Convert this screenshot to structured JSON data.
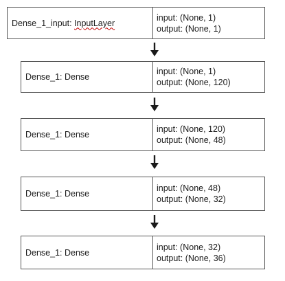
{
  "layers": [
    {
      "name_prefix": "Dense_1_input: ",
      "name_type": "InputLayer",
      "input": "input: (None, 1)",
      "output": "output: (None, 1)"
    },
    {
      "name_prefix": "Dense_1: ",
      "name_type": "Dense",
      "input": "input: (None, 1)",
      "output": "output: (None, 120)"
    },
    {
      "name_prefix": "Dense_1: ",
      "name_type": "Dense",
      "input": "input: (None, 120)",
      "output": "output: (None, 48)"
    },
    {
      "name_prefix": "Dense_1: ",
      "name_type": "Dense",
      "input": "input: (None, 48)",
      "output": "output: (None, 32)"
    },
    {
      "name_prefix": "Dense_1: ",
      "name_type": "Dense",
      "input": "input: (None, 32)",
      "output": "output: (None, 36)"
    }
  ],
  "colors": {
    "border": "#555555",
    "arrow": "#1a1a1a",
    "spellcheck_underline": "#c00000"
  }
}
